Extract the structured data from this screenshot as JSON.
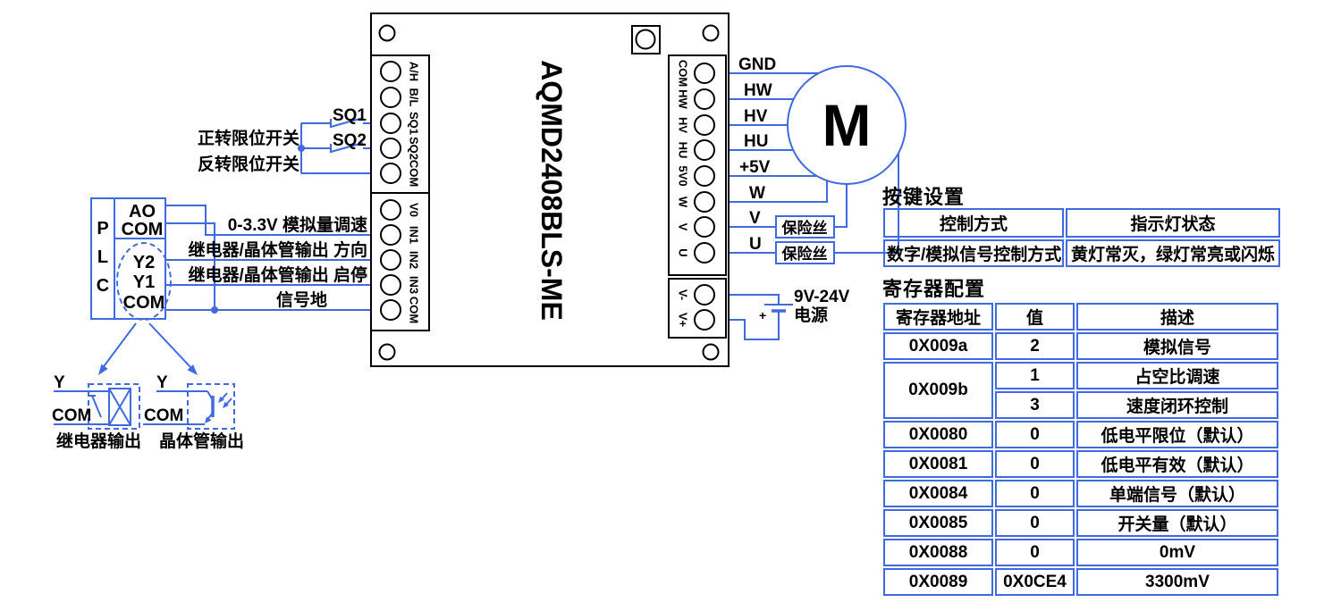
{
  "colors": {
    "wire_blue": "#4169e1",
    "text_black": "#000000"
  },
  "board": {
    "title": "AQMD2408BLS-ME",
    "left_terminals_top": [
      "A/H",
      "B/L",
      "SQ1",
      "SQ2",
      "COM"
    ],
    "left_terminals_bottom": [
      "V0",
      "IN1",
      "IN2",
      "IN3",
      "COM"
    ],
    "right_terminals_top": [
      "COM",
      "HW",
      "HV",
      "HU",
      "5V0",
      "W",
      "V",
      "U"
    ],
    "right_terminals_bottom": [
      "V-",
      "V+"
    ]
  },
  "plc": {
    "p": "P",
    "l": "L",
    "c": "C",
    "ao": "AO",
    "com": "COM",
    "y2": "Y2",
    "y1": "Y1",
    "com2": "COM"
  },
  "left_labels": {
    "sq1": "SQ1",
    "sq2": "SQ2",
    "forward_limit": "正转限位开关",
    "reverse_limit": "反转限位开关",
    "analog_speed": "0-3.3V 模拟量调速",
    "direction": "继电器/晶体管输出 方向",
    "start_stop": "继电器/晶体管输出 启停",
    "signal_ground": "信号地",
    "out_y1": "Y",
    "out_com1": "COM",
    "out_y2": "Y",
    "out_com2": "COM",
    "relay_output": "继电器输出",
    "transistor_output": "晶体管输出"
  },
  "right_labels": {
    "wires": [
      "GND",
      "HW",
      "HV",
      "HU",
      "+5V",
      "W",
      "V",
      "U"
    ],
    "motor": "M",
    "fuse1": "保险丝",
    "fuse2": "保险丝",
    "battery_plus": "+",
    "power_line1": "9V-24V",
    "power_line2": "电源"
  },
  "key_settings": {
    "title": "按键设置",
    "headers": [
      "控制方式",
      "指示灯状态"
    ],
    "row": {
      "mode": "数字/模拟信号控制方式",
      "led": "黄灯常灭，绿灯常亮或闪烁"
    }
  },
  "register_config": {
    "title": "寄存器配置",
    "headers": [
      "寄存器地址",
      "值",
      "描述"
    ],
    "rows": [
      {
        "addr": "0X009a",
        "val": "2",
        "desc": "模拟信号"
      },
      {
        "addr": "0X009b",
        "val": "1",
        "desc": "占空比调速",
        "val2": "3",
        "desc2": "速度闭环控制"
      },
      {
        "addr": "0X0080",
        "val": "0",
        "desc": "低电平限位（默认）"
      },
      {
        "addr": "0X0081",
        "val": "0",
        "desc": "低电平有效（默认）"
      },
      {
        "addr": "0X0084",
        "val": "0",
        "desc": "单端信号（默认）"
      },
      {
        "addr": "0X0085",
        "val": "0",
        "desc": "开关量（默认）"
      },
      {
        "addr": "0X0088",
        "val": "0",
        "desc": "0mV"
      },
      {
        "addr": "0X0089",
        "val": "0X0CE4",
        "desc": "3300mV"
      }
    ]
  }
}
